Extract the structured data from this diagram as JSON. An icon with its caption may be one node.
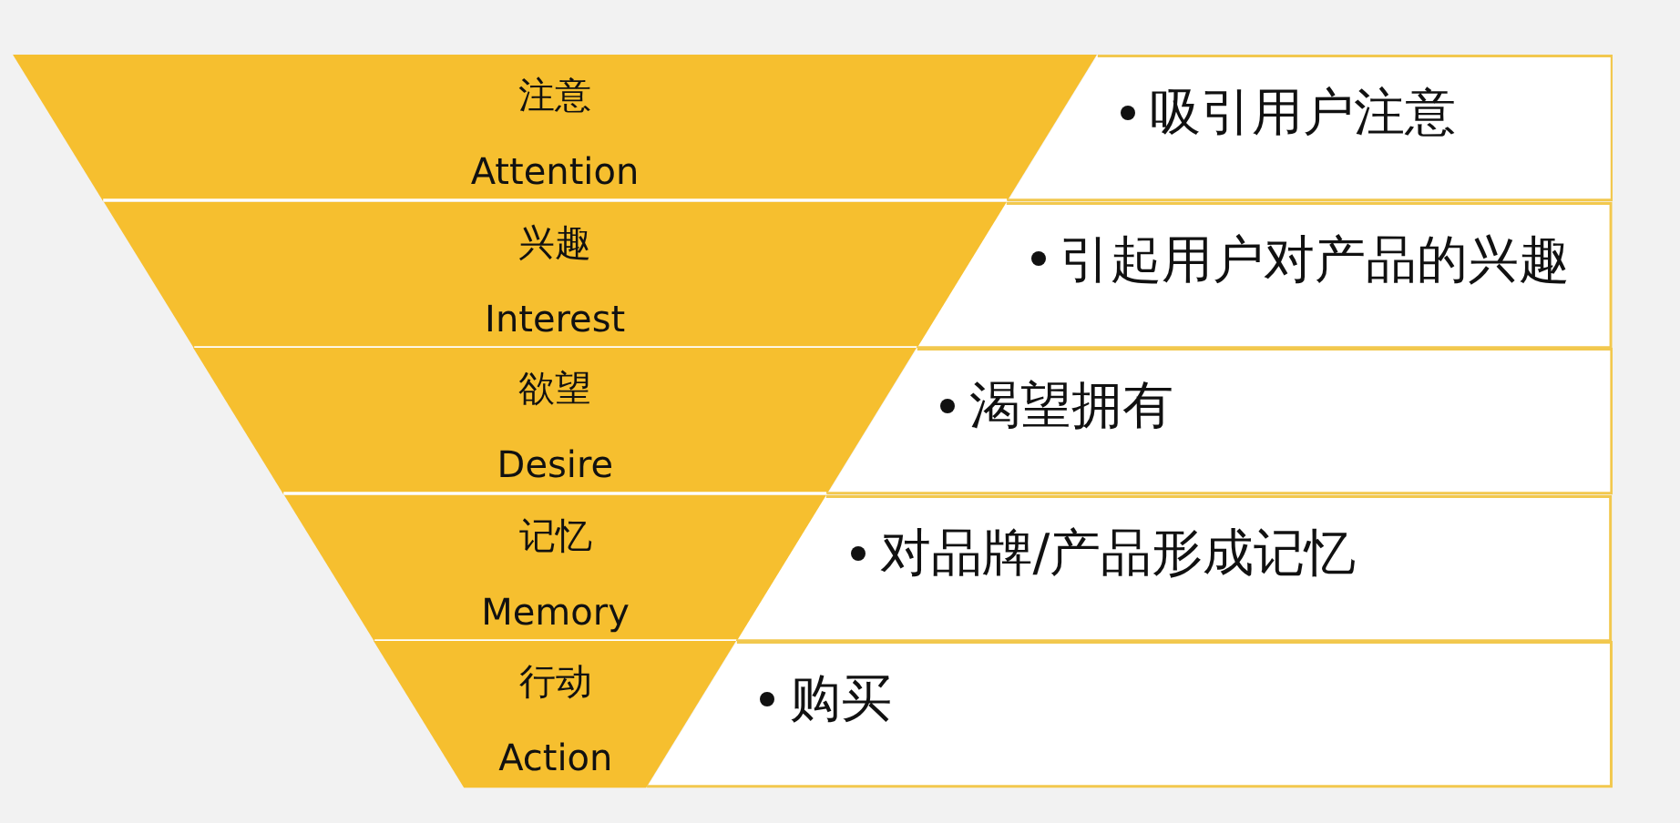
{
  "diagram": {
    "nodes": [
      {
        "text": [
          "注意",
          "Attention"
        ]
      },
      {
        "text": [
          "吸引用户注意"
        ]
      },
      {
        "text": [
          "兴趣",
          "Interest"
        ]
      },
      {
        "text": [
          "引起用户对产品的兴趣"
        ]
      },
      {
        "text": [
          "欲望",
          "Desire"
        ]
      },
      {
        "text": [
          "渴望拥有"
        ]
      },
      {
        "text": [
          "记忆",
          "Memory"
        ]
      },
      {
        "text": [
          "对品牌/产品形成记忆"
        ]
      },
      {
        "text": [
          "行动",
          "Action"
        ]
      },
      {
        "text": [
          "购买"
        ]
      }
    ]
  }
}
